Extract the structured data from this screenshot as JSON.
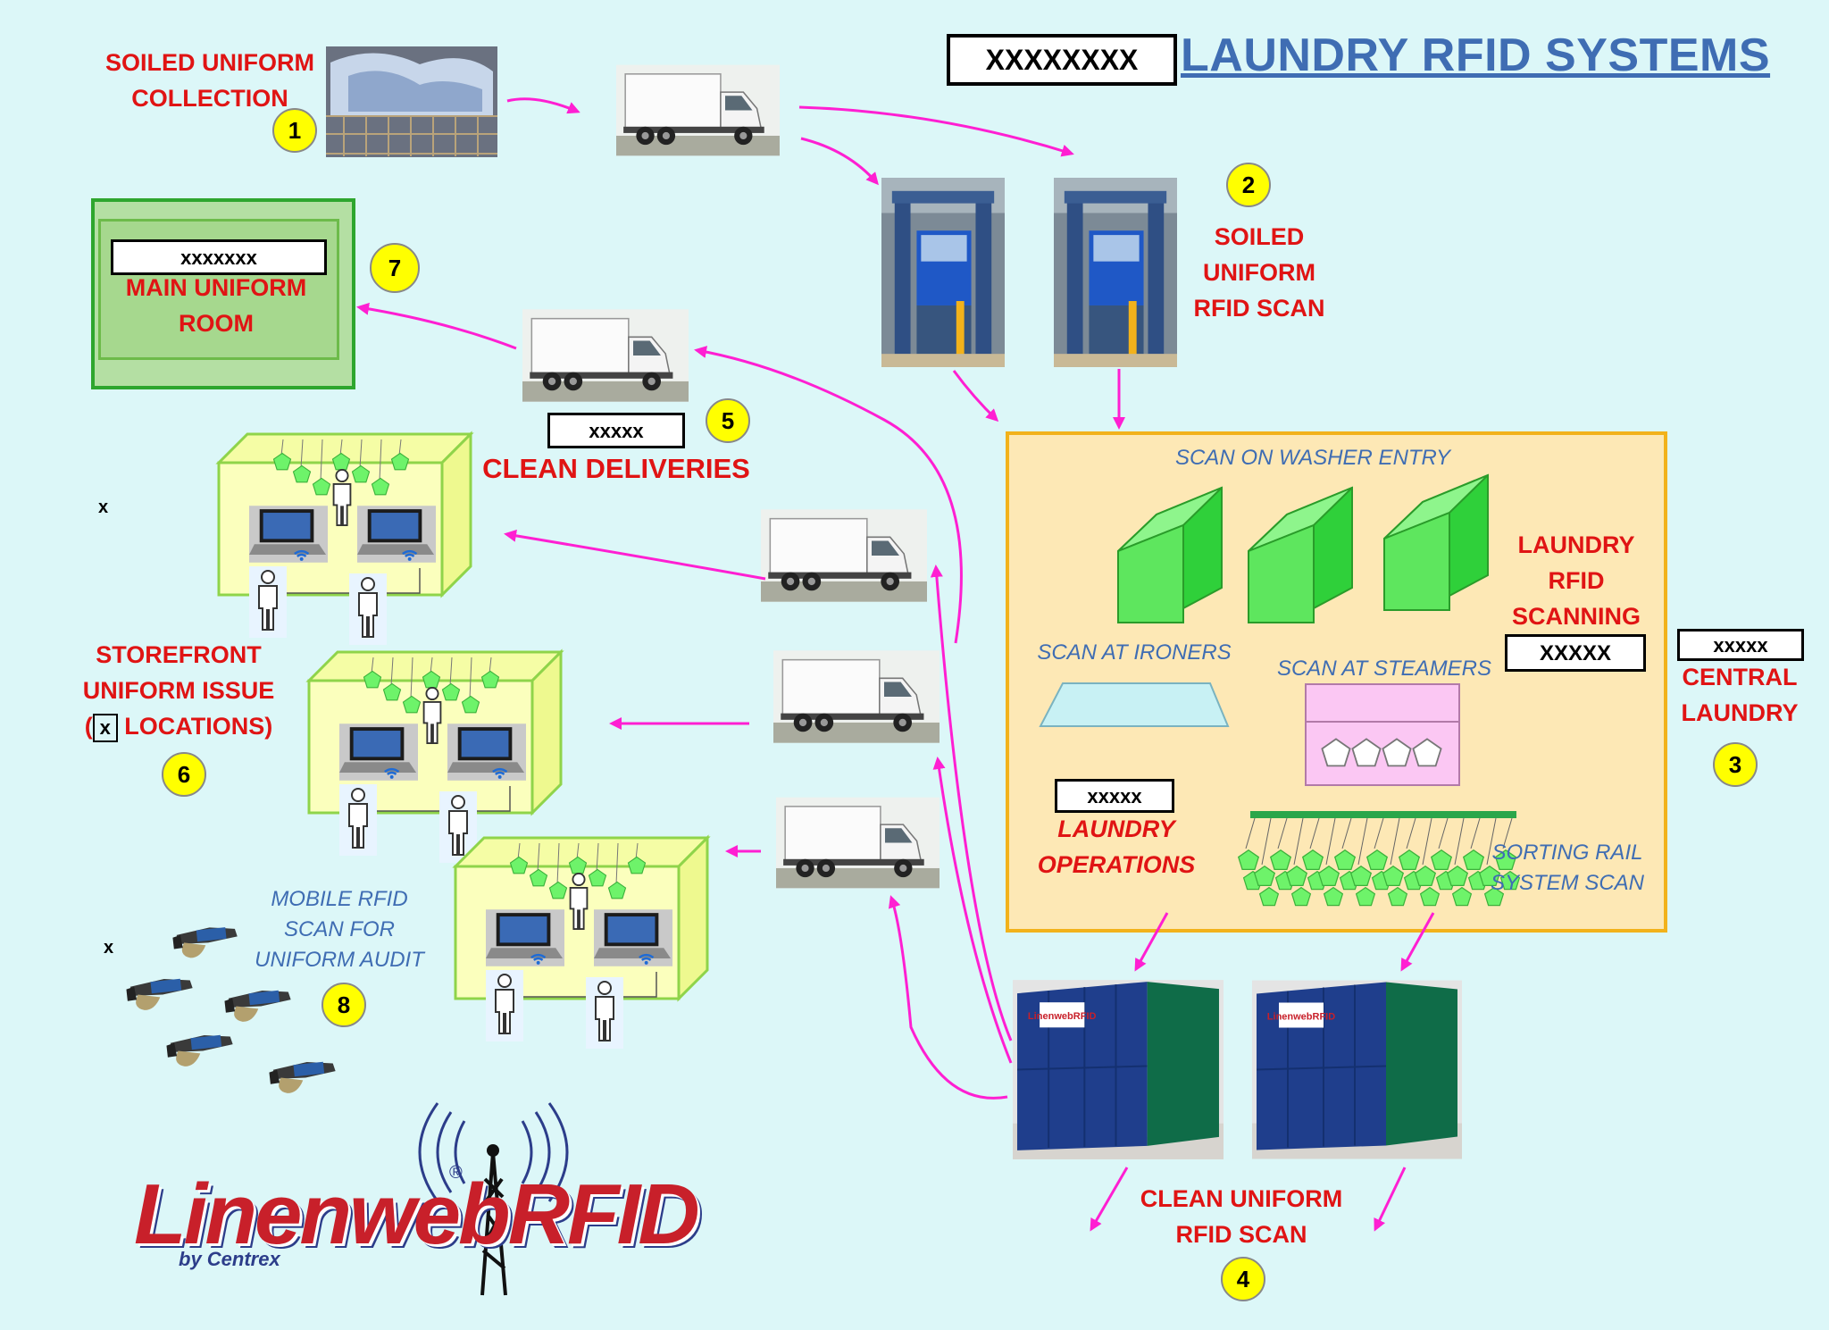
{
  "title": "LAUNDRY RFID SYSTEMS",
  "title_box": "XXXXXXXX",
  "steps": {
    "collection": {
      "label_1": "SOILED UNIFORM",
      "label_2": "COLLECTION",
      "number": "1"
    },
    "soiled_scan": {
      "label_1": "SOILED",
      "label_2": "UNIFORM",
      "label_3": "RFID SCAN",
      "number": "2"
    },
    "central_laundry": {
      "label_1": "CENTRAL",
      "label_2": "LAUNDRY",
      "number": "3",
      "box": "xxxxx"
    },
    "clean_scan": {
      "label_1": "CLEAN UNIFORM",
      "label_2": "RFID SCAN",
      "number": "4"
    },
    "clean_deliveries": {
      "label": "CLEAN DELIVERIES",
      "number": "5",
      "box": "xxxxx"
    },
    "storefront": {
      "label_1": "STOREFRONT",
      "label_2": "UNIFORM ISSUE",
      "label_3_pre": "(",
      "label_3_box": "x",
      "label_3_post": " LOCATIONS)",
      "number": "6",
      "side_mark": "x"
    },
    "main_room": {
      "box": "xxxxxxx",
      "label_1": "MAIN UNIFORM",
      "label_2": "ROOM",
      "number": "7"
    },
    "mobile": {
      "label_1": "MOBILE RFID",
      "label_2": "SCAN FOR",
      "label_3": "UNIFORM AUDIT",
      "number": "8",
      "side_mark": "x"
    }
  },
  "laundry_panel": {
    "washer": "SCAN ON WASHER ENTRY",
    "ironers": "SCAN AT IRONERS",
    "steamers": "SCAN AT STEAMERS",
    "rfid_scanning_1": "LAUNDRY",
    "rfid_scanning_2": "RFID",
    "rfid_scanning_3": "SCANNING",
    "rfid_box": "XXXXX",
    "operations_box": "xxxxx",
    "operations_1": "LAUNDRY",
    "operations_2": "OPERATIONS",
    "sorting_1": "SORTING RAIL",
    "sorting_2": "SYSTEM SCAN"
  },
  "logo": {
    "main": "LinenwebRFID",
    "sub": "by Centrex",
    "reg": "®"
  },
  "colors": {
    "background": "#dcf7f8",
    "arrow": "#ff1fd2",
    "label_red": "#e01414",
    "label_blue": "#3f6db3",
    "badge": "#ffff00",
    "panel": "#fde8b5",
    "panel_border": "#f2b21b",
    "machine_green": "#55e85a",
    "store_box": "#fbffbd",
    "store_border": "#8fd44a"
  },
  "icons": [
    "truck-icon",
    "rfid-gate-icon",
    "rfid-tunnel-icon",
    "person-icon",
    "uniform-icon",
    "laptop-icon",
    "wifi-icon",
    "handheld-scanner-icon",
    "laundry-bin-icon",
    "antenna-tower-icon"
  ]
}
